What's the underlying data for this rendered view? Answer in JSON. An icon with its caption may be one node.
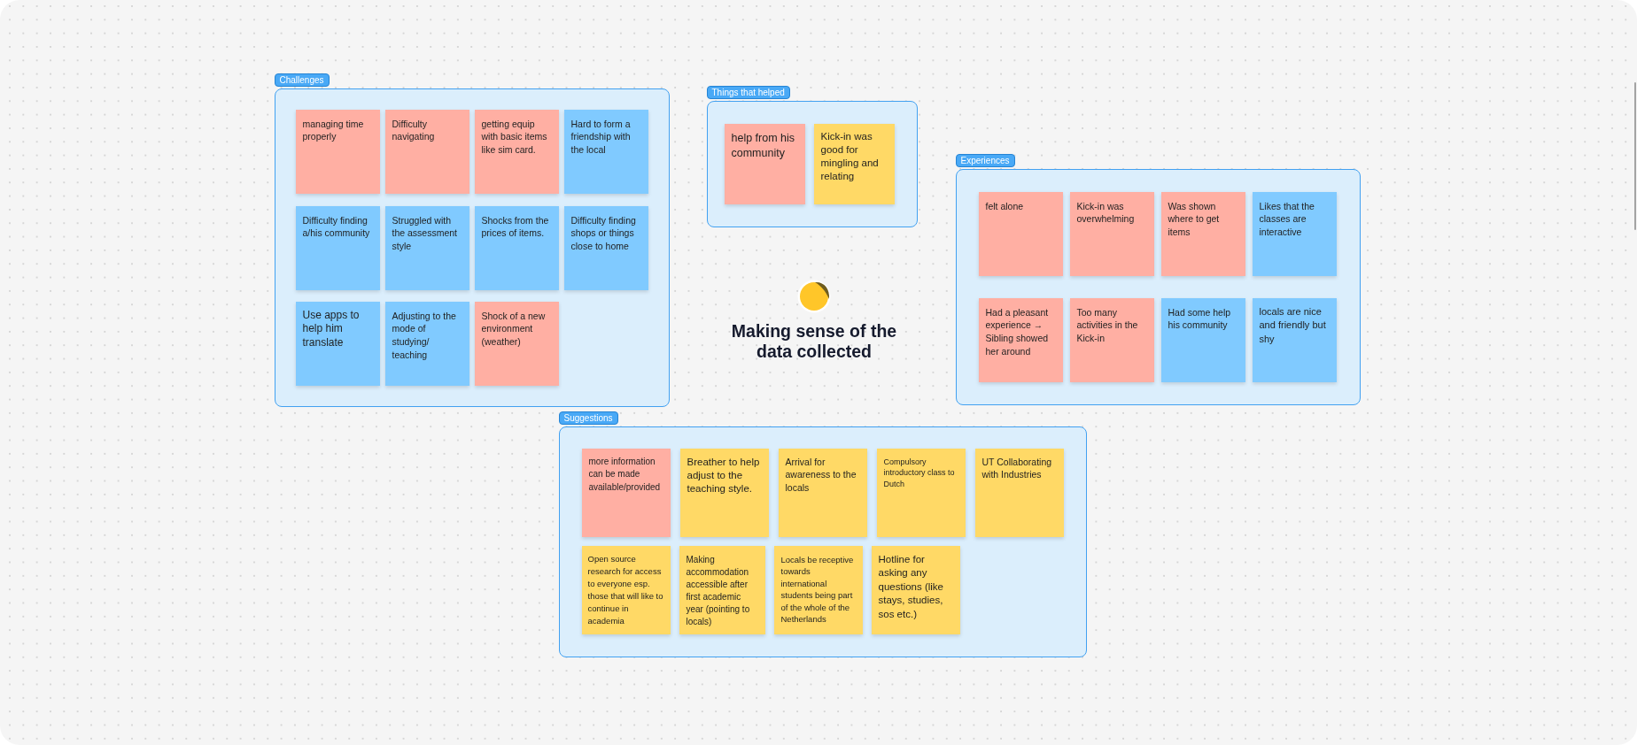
{
  "diagram": {
    "title": "Making sense of the data collected",
    "nodes": [
      {
        "text": [
          "Challenges"
        ]
      },
      {
        "text": [
          "managing time properly"
        ],
        "in": 0
      },
      {
        "text": [
          "Difficulty navigating"
        ],
        "in": 0
      },
      {
        "text": [
          "getting equip with basic items like sim card."
        ],
        "in": 0
      },
      {
        "text": [
          "Hard to form a friendship with the local"
        ],
        "in": 0
      },
      {
        "text": [
          "Difficulty finding a/his community"
        ],
        "in": 0
      },
      {
        "text": [
          "Struggled with the assessment style"
        ],
        "in": 0
      },
      {
        "text": [
          "Shocks from the prices of items."
        ],
        "in": 0
      },
      {
        "text": [
          "Difficulty finding shops or things close to home"
        ],
        "in": 0
      },
      {
        "text": [
          "Use apps to help him translate"
        ],
        "in": 0
      },
      {
        "text": [
          "Adjusting to the mode of studying/ teaching"
        ],
        "in": 0
      },
      {
        "text": [
          "Shock of a new environment (weather)"
        ],
        "in": 0
      },
      {
        "text": [
          "Things that helped"
        ]
      },
      {
        "text": [
          "help from his community"
        ],
        "in": 12
      },
      {
        "text": [
          "Kick-in was good for mingling and relating"
        ],
        "in": 12
      },
      {
        "text": [
          "Experiences"
        ]
      },
      {
        "text": [
          "felt alone"
        ],
        "in": 15
      },
      {
        "text": [
          "Kick-in was overwhelming"
        ],
        "in": 15
      },
      {
        "text": [
          "Was shown where to get items"
        ],
        "in": 15
      },
      {
        "text": [
          "Likes that the classes are interactive"
        ],
        "in": 15
      },
      {
        "text": [
          "Had a pleasant experience → Sibling showed her around"
        ],
        "in": 15
      },
      {
        "text": [
          "Too many activities in the Kick-in"
        ],
        "in": 15
      },
      {
        "text": [
          "Had some help his community"
        ],
        "in": 15
      },
      {
        "text": [
          "locals are nice and friendly but shy"
        ],
        "in": 15
      },
      {
        "text": [
          "Suggestions"
        ]
      },
      {
        "text": [
          "more information can be made available/provided"
        ],
        "in": 24
      },
      {
        "text": [
          "Breather to help adjust to the teaching style."
        ],
        "in": 24
      },
      {
        "text": [
          "Arrival for awareness to the locals"
        ],
        "in": 24
      },
      {
        "text": [
          "Compulsory introductory class to Dutch"
        ],
        "in": 24
      },
      {
        "text": [
          "UT Collaborating with Industries"
        ],
        "in": 24
      },
      {
        "text": [
          "Open source research for access to everyone esp. those that will like to continue in academia"
        ],
        "in": 24
      },
      {
        "text": [
          "Making accommodation accessible after first academic year (pointing to locals)"
        ],
        "in": 24
      },
      {
        "text": [
          "Locals be receptive towards international students being part of the whole of the Netherlands"
        ],
        "in": 24
      },
      {
        "text": [
          "Hotline for asking any questions (like stays, studies, sos etc.)"
        ],
        "in": 24
      }
    ]
  }
}
